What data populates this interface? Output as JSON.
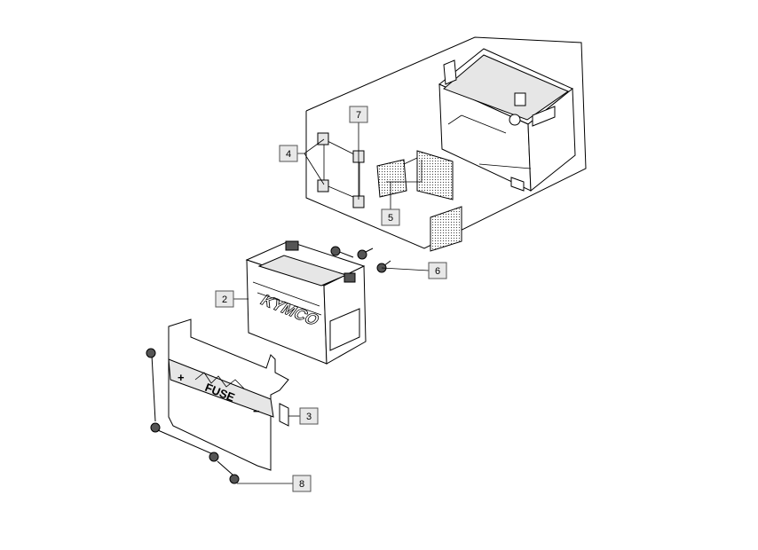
{
  "callouts": [
    {
      "id": "1",
      "label": "2"
    },
    {
      "id": "2",
      "label": "3"
    },
    {
      "id": "3",
      "label": "4"
    },
    {
      "id": "4",
      "label": "5"
    },
    {
      "id": "5",
      "label": "6"
    },
    {
      "id": "6",
      "label": "7"
    },
    {
      "id": "7",
      "label": "8"
    }
  ],
  "battery": {
    "brand": "KYMCO",
    "fuse_label": "FUSE",
    "plus": "+",
    "minus": "−"
  },
  "colors": {
    "line": "#000000",
    "callout_fill": "#e8e8e8",
    "background": "#ffffff"
  }
}
